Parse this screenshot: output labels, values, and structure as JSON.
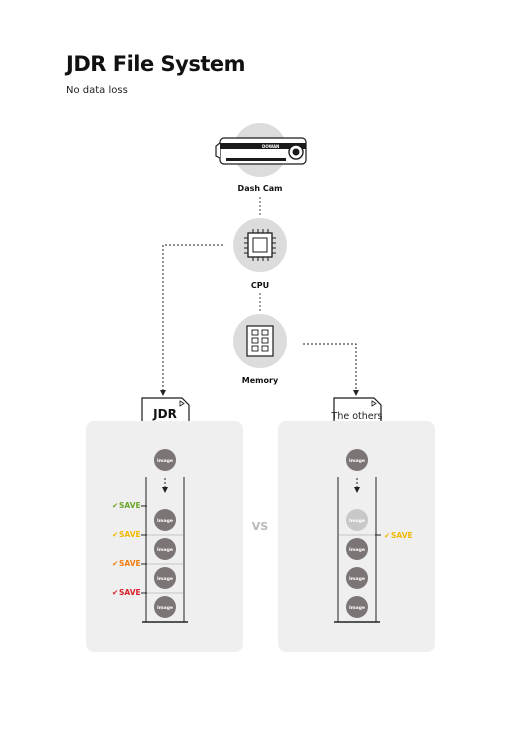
{
  "title": "JDR File System",
  "subtitle": "No data loss",
  "nodes": {
    "dashcam": "Dash Cam",
    "cpu": "CPU",
    "memory": "Memory"
  },
  "camera_brand": "DOWAN",
  "cards": {
    "left": "JDR",
    "right": "The others"
  },
  "vs": "VS",
  "image_label": "Image",
  "save_label": "SAVE",
  "colors": {
    "save_green": "#6aa52a",
    "save_yellow": "#f0b800",
    "save_orange": "#ef7d10",
    "save_red": "#d8202a",
    "panel": "#efefef",
    "circle_bg": "#dcdcdc",
    "image_dark": "#7b7576",
    "image_faded": "#c8c8c8"
  }
}
